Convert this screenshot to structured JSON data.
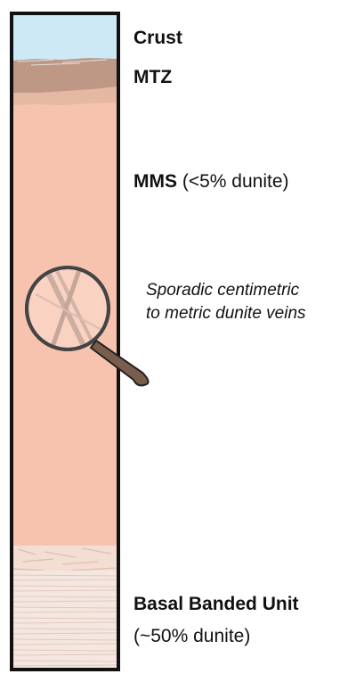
{
  "labels": {
    "crust": "Crust",
    "mtz": "MTZ",
    "mms_bold": "MMS",
    "mms_note": "(<5% dunite)",
    "veins_line1": "Sporadic centimetric",
    "veins_line2": "to metric dunite veins",
    "bbu": "Basal Banded Unit",
    "bbu_note": "(~50% dunite)"
  },
  "icons": {
    "magnifier": "magnifying-glass-icon"
  },
  "colors": {
    "crust": "#cde9f6",
    "mtz": "#c09b88",
    "mantle": "#f6c4ae",
    "banded": "#f3e7e0",
    "handle": "#7a5d4c",
    "outline": "#111111"
  }
}
